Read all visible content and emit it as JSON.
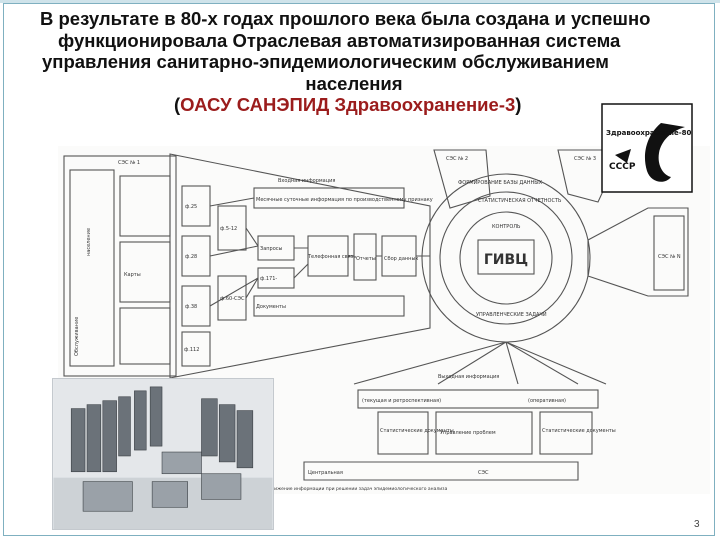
{
  "slide": {
    "title_line1": "В результате в 80-х годах прошлого века была создана и успешно",
    "title_line2": "функционировала Отраслевая автоматизированная система",
    "title_line3": "управления санитарно-эпидемиологическим обслуживанием",
    "title_line4": "населения",
    "title_open_paren": "(",
    "title_accent": "ОАСУ САНЭПИД Здравоохранение-3",
    "title_close_paren": ")",
    "accent_color": "#9b1c1c",
    "page_number": "3"
  },
  "logo": {
    "top_text": "Здравоохранение-80",
    "bottom_text": "СССР"
  },
  "diagram": {
    "station_label": "СЭС № 1",
    "station_label_2": "СЭС № 2",
    "station_label_3": "СЭС № 3",
    "station_label_4": "СЭС № N",
    "input_info": "Входная информация",
    "output_info": "Выходная информация",
    "center_label": "ГИВЦ",
    "ring_text_1": "ФОРМИРОВАНИЕ БАЗЫ ДАННЫХ",
    "ring_text_2": "СТАТИСТИЧЕСКАЯ ОТЧЕТНОСТЬ",
    "ring_text_3": "КОНТРОЛЬ",
    "ring_text_4": "УПРАВЛЕНЧЕСКИЕ ЗАДАЧИ",
    "left_vertical_1": "Обслуживание",
    "left_vertical_2": "население",
    "form_25": "ф.25",
    "form_28": "ф.28",
    "form_38": "ф.38",
    "form_112": "ф.112",
    "form_5_12": "ф.5-12",
    "form_60_sez": "ф.60-СЭС",
    "form_171": "ф.171-",
    "label_doc": "Документы",
    "label_card": "Карты",
    "label_requests": "Запросы",
    "label_telephone": "Телефонная связь",
    "label_monthly_info": "Месячные суточные информация по производственному признаку",
    "label_reports": "Отчеты",
    "label_collection": "Сбор данных",
    "label_current": "(текущая и ретроспективная)",
    "label_operative": "(оперативная)",
    "label_stat_docs": "Статистические документы",
    "label_mgmt": "Управление проблем",
    "label_stat_docs_2": "Статистические документы",
    "label_central": "Центральная",
    "label_sez": "СЭС",
    "label_footnote": "Движение информации при решении задач эпидемиологического анализа"
  },
  "photo": {
    "icon": "mainframe-computer-room"
  }
}
